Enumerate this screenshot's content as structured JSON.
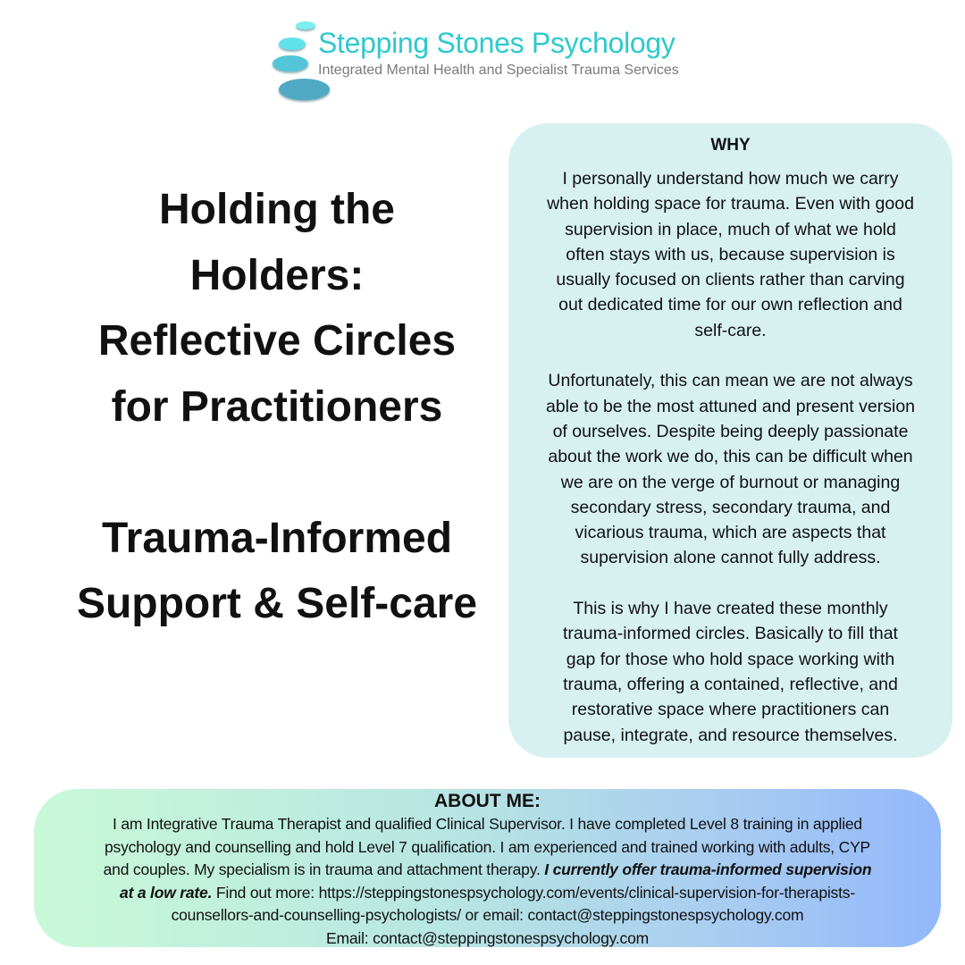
{
  "logo": {
    "name": "Stepping Stones Psychology",
    "tagline": "Integrated Mental Health and Specialist Trauma Services"
  },
  "title": {
    "lines": [
      "Holding the",
      "Holders:",
      "Reflective Circles",
      "for Practitioners",
      "",
      "Trauma-Informed",
      "Support & Self-care"
    ]
  },
  "why": {
    "heading": "WHY",
    "lines": [
      "I personally understand how much we carry",
      "when holding space for trauma. Even with good",
      "supervision in place, much of what we hold",
      "often stays with us, because supervision is",
      "usually focused on clients rather than carving",
      "out dedicated time for our own reflection and",
      "self-care.",
      "",
      "Unfortunately, this can mean we are not always",
      "able to be the most attuned and present version",
      "of ourselves. Despite being deeply passionate",
      "about the work we do, this can be difficult when",
      "we are on the verge of burnout or managing",
      "secondary stress, secondary trauma, and",
      "vicarious trauma, which are aspects that",
      "supervision alone cannot fully address.",
      "",
      "This is why I have created these monthly",
      "trauma-informed circles. Basically to fill that",
      "gap for those who hold space working with",
      "trauma, offering a contained, reflective, and",
      "restorative space where practitioners can",
      "pause, integrate, and resource themselves."
    ]
  },
  "about": {
    "heading": "ABOUT ME:",
    "line1": "I am Integrative Trauma Therapist and qualified Clinical Supervisor.  I have completed Level 8 training in applied",
    "line2": "psychology and counselling and hold Level 7 qualification. I am experienced and trained working with adults, CYP",
    "line3_plain": "and couples. My specialism is in trauma and attachment therapy. ",
    "line3_em": "I currently offer trauma-informed supervision",
    "line4_em": "at a low rate.",
    "line4_plain": " Find out more: https://steppingstonespsychology.com/events/clinical-supervision-for-therapists-",
    "line5": "counsellors-and-counselling-psychologists/ or email: contact@steppingstonespsychology.com",
    "line6": "Email: contact@steppingstonespsychology.com"
  },
  "colors": {
    "brand": "#2ec9cc",
    "why_panel": "#d6f1f0",
    "about_gradient_start": "#c9f9d8",
    "about_gradient_end": "#93b8fb"
  }
}
